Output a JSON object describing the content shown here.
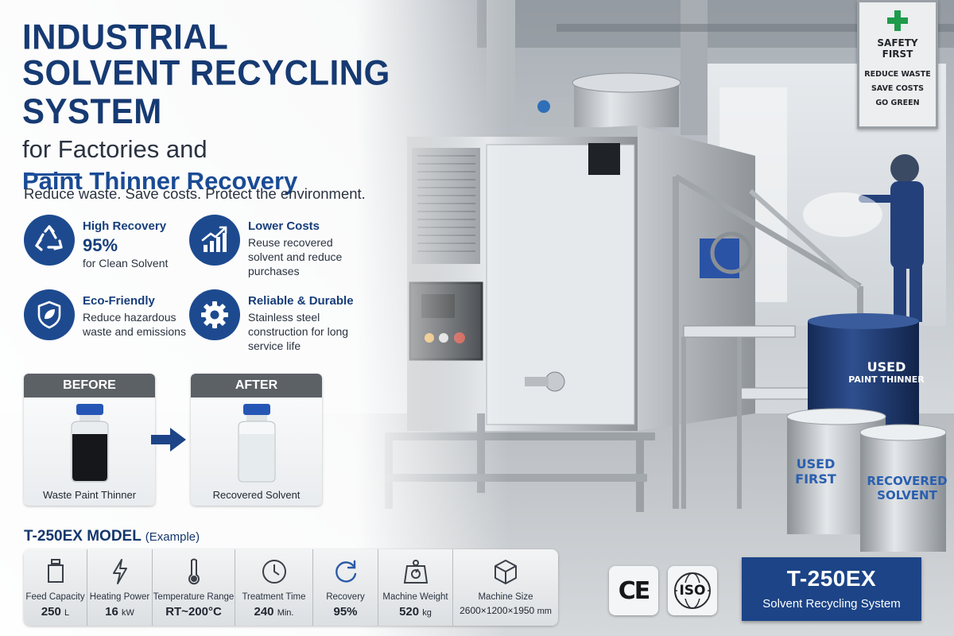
{
  "title": {
    "line1": "INDUSTRIAL",
    "line2": "SOLVENT RECYCLING SYSTEM",
    "line3": "for Factories and",
    "line4": "Paint Thinner Recovery"
  },
  "tagline": "Reduce waste. Save costs. Protect the environment.",
  "features": [
    {
      "icon": "recycle-icon",
      "title": "High Recovery",
      "highlight": "95%",
      "desc": "for Clean Solvent"
    },
    {
      "icon": "rising-chart-icon",
      "title": "Lower Costs",
      "desc": "Reuse recovered solvent and reduce purchases"
    },
    {
      "icon": "shield-leaf-icon",
      "title": "Eco-Friendly",
      "desc": "Reduce hazardous waste and emissions"
    },
    {
      "icon": "gear-icon",
      "title": "Reliable & Durable",
      "desc": "Stainless steel construction for long service life"
    }
  ],
  "comparison": {
    "before": {
      "label": "BEFORE",
      "caption": "Waste Paint Thinner"
    },
    "after": {
      "label": "AFTER",
      "caption": "Recovered Solvent"
    }
  },
  "model_section": {
    "title": "T-250EX MODEL",
    "note": "(Example)"
  },
  "specs": [
    {
      "icon": "canister-icon",
      "label": "Feed Capacity",
      "value": "250",
      "unit": "L"
    },
    {
      "icon": "lightning-icon",
      "label": "Heating Power",
      "value": "16",
      "unit": "kW"
    },
    {
      "icon": "thermometer-icon",
      "label": "Temperature Range",
      "value": "RT~200°C",
      "unit": ""
    },
    {
      "icon": "clock-icon",
      "label": "Treatment Time",
      "value": "240",
      "unit": "Min."
    },
    {
      "icon": "refresh-icon",
      "label": "Recovery",
      "value": "95%",
      "unit": ""
    },
    {
      "icon": "scale-icon",
      "label": "Machine Weight",
      "value": "520",
      "unit": "kg"
    },
    {
      "icon": "cube-icon",
      "label": "Machine Size",
      "value": "2600×1200×1950",
      "unit": "mm"
    }
  ],
  "certifications": [
    "CE",
    "ISO"
  ],
  "badge": {
    "model": "T-250EX",
    "name": "Solvent Recycling System"
  },
  "safety_sign": {
    "heading_1": "SAFETY",
    "heading_2": "FIRST",
    "items": [
      "REDUCE WASTE",
      "SAVE COSTS",
      "GO GREEN"
    ]
  },
  "drums": {
    "used_paint_thinner": {
      "line1": "USED",
      "line2": "PAINT THINNER"
    },
    "used_first": {
      "line1": "USED",
      "line2": "FIRST"
    },
    "recovered_solvent": {
      "line1": "RECOVERED",
      "line2": "SOLVENT"
    }
  },
  "colors": {
    "brand_navy": "#1c4487",
    "title_navy": "#163a72",
    "steel": "#c9ccd0",
    "panel_grey": "#5c6166"
  }
}
